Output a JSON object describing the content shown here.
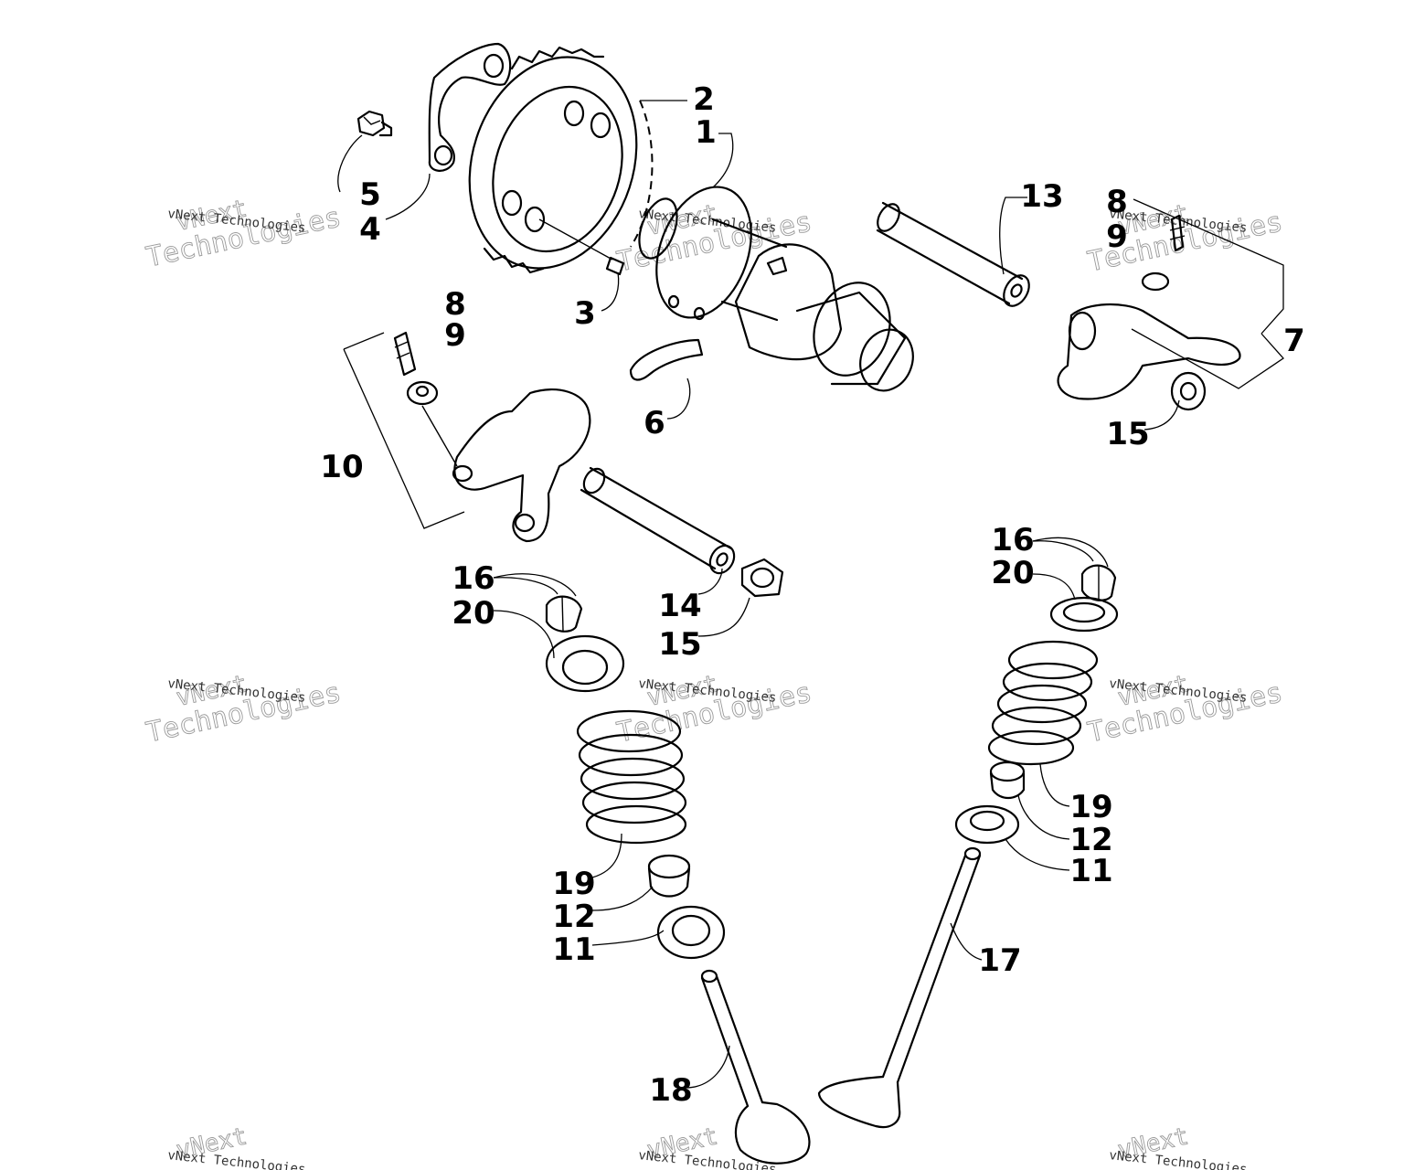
{
  "watermark": {
    "brand_line": "vNext",
    "company_line": "Technologies",
    "full_text": "vNext Technologies"
  },
  "callouts": {
    "c1": "1",
    "c2": "2",
    "c3": "3",
    "c4": "4",
    "c5": "5",
    "c6": "6",
    "c7": "7",
    "c8_right": "8",
    "c9_right": "9",
    "c8_left": "8",
    "c9_left": "9",
    "c10": "10",
    "c11_left": "11",
    "c11_right": "11",
    "c12_left": "12",
    "c12_right": "12",
    "c13": "13",
    "c14": "14",
    "c15_right": "15",
    "c15_left": "15",
    "c16_left": "16",
    "c16_right": "16",
    "c17": "17",
    "c18": "18",
    "c19_left": "19",
    "c19_right": "19",
    "c20_left": "20",
    "c20_right": "20"
  }
}
